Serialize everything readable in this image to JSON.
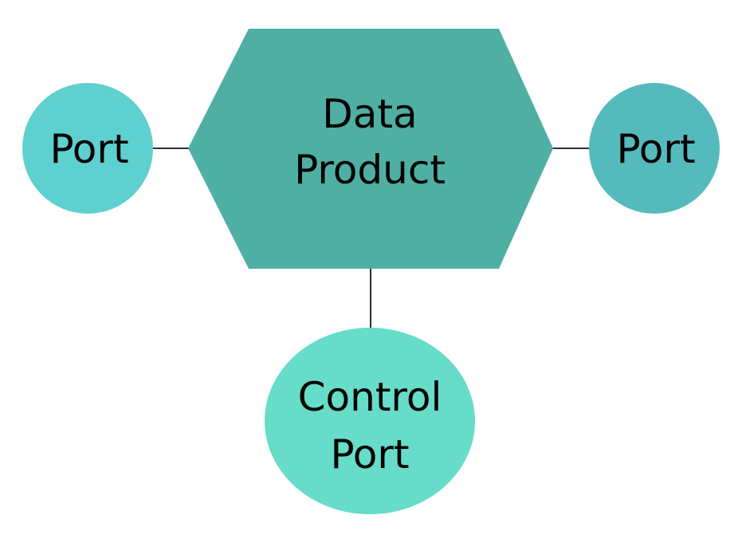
{
  "diagram": {
    "nodes": {
      "data_product": {
        "lines": [
          "Data",
          "Product"
        ],
        "shape": "hexagon",
        "color": "#4FAFA3"
      },
      "port_left": {
        "label": "Port",
        "shape": "circle",
        "color": "#5ED0CF"
      },
      "port_right": {
        "label": "Port",
        "shape": "circle",
        "color": "#55BABC"
      },
      "control_port": {
        "lines": [
          "Control",
          "Port"
        ],
        "shape": "ellipse",
        "color": "#66DCC9"
      }
    },
    "edges": [
      {
        "from": "port_left",
        "to": "data_product"
      },
      {
        "from": "data_product",
        "to": "port_right"
      },
      {
        "from": "data_product",
        "to": "control_port"
      }
    ],
    "edge_color": "#2E2E3A"
  }
}
